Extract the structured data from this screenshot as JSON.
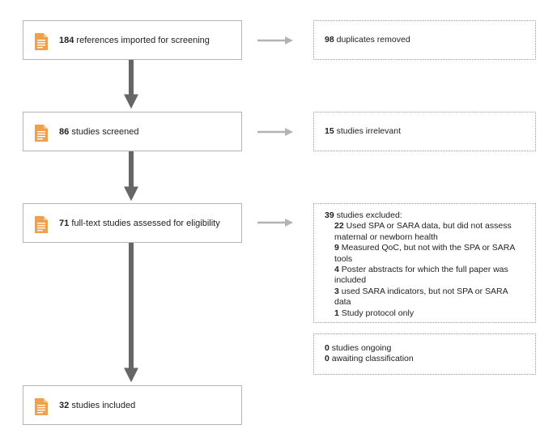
{
  "icons": {
    "document": "document-icon",
    "color": "#f0a04b"
  },
  "colors": {
    "main_arrow": "#666666",
    "side_arrow": "#b3b3b3"
  },
  "steps": [
    {
      "count": "184",
      "text": "references imported for screening"
    },
    {
      "count": "86",
      "text": "studies screened"
    },
    {
      "count": "71",
      "text": "full-text studies assessed for eligibility"
    },
    {
      "count": "32",
      "text": "studies included"
    }
  ],
  "removed": [
    {
      "count": "98",
      "text": "duplicates removed"
    },
    {
      "count": "15",
      "text": "studies irrelevant"
    }
  ],
  "excluded": {
    "count": "39",
    "text": "studies excluded:",
    "reasons": [
      {
        "count": "22",
        "lines": [
          "Used SPA or SARA data, but did not assess",
          "maternal or newborn health"
        ]
      },
      {
        "count": "9",
        "lines": [
          "Measured QoC, but not with the SPA or SARA",
          "tools"
        ]
      },
      {
        "count": "4",
        "lines": [
          "Poster abstracts for which the full paper was",
          "included"
        ]
      },
      {
        "count": "3",
        "lines": [
          "used SARA indicators, but not SPA or SARA",
          "data"
        ]
      },
      {
        "count": "1",
        "lines": [
          "Study protocol only"
        ]
      }
    ]
  },
  "other": [
    {
      "count": "0",
      "text": "studies ongoing"
    },
    {
      "count": "0",
      "text": "awaiting classification"
    }
  ]
}
